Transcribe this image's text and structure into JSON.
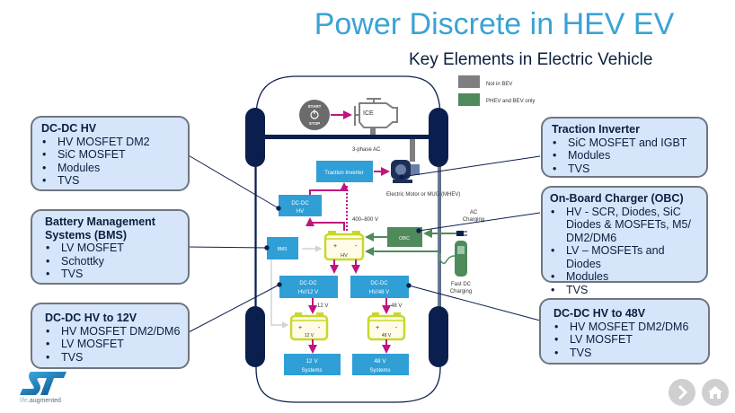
{
  "header": {
    "title": "Power Discrete in HEV EV",
    "subtitle": "Key Elements in Electric Vehicle"
  },
  "legend": {
    "items": [
      {
        "label": "Not in BEV",
        "color": "#7f7f7f"
      },
      {
        "label": "PHEV and BEV only",
        "color": "#4e8a5a"
      }
    ]
  },
  "colors": {
    "title": "#3aa3d4",
    "block": "#2f9fd6",
    "wheel": "#0b1f4f",
    "power_arrow": "#c0137f",
    "charge_arrow": "#4e8a5a",
    "battery": "#c8d82a",
    "callout_fill": "#d6e5fa"
  },
  "callouts": {
    "dcdc_hv": {
      "title": "DC-DC HV",
      "items": [
        "HV MOSFET DM2",
        "SiC MOSFET",
        "Modules",
        "TVS"
      ]
    },
    "bms": {
      "title": "Battery Management Systems (BMS)",
      "items": [
        "LV MOSFET",
        "Schottky",
        "TVS"
      ]
    },
    "dcdc_12v": {
      "title": "DC-DC  HV to 12V",
      "items": [
        "HV MOSFET DM2/DM6",
        "LV MOSFET",
        "TVS"
      ]
    },
    "traction": {
      "title": "Traction Inverter",
      "items": [
        "SiC MOSFET and IGBT",
        "Modules",
        "TVS"
      ]
    },
    "obc": {
      "title": "On-Board Charger (OBC)",
      "items": [
        "HV - SCR, Diodes, SiC Diodes & MOSFETs, M5/ DM2/DM6",
        "LV – MOSFETs and Diodes",
        "Modules",
        "TVS"
      ]
    },
    "dcdc_48v": {
      "title": "DC-DC  HV to 48V",
      "items": [
        "HV MOSFET DM2/DM6",
        "LV MOSFET",
        "TVS"
      ]
    }
  },
  "diagram": {
    "start_stop_top": "START",
    "start_stop_bottom": "STOP",
    "ice": "ICE",
    "three_phase": "3-phase AC",
    "traction_inverter": "Traction Inverter",
    "motor": "Electric Motor or MUG (MHEV)",
    "dcdc_hv_line1": "DC-DC",
    "dcdc_hv_line2": "HV",
    "voltage_hv": "400–800 V",
    "bms": "BMS",
    "battery_hv": "HV",
    "obc": "OBC",
    "ac_charging_1": "AC",
    "ac_charging_2": "Charging",
    "fast_dc_1": "Fast DC",
    "fast_dc_2": "Charging",
    "dcdc_12_line1": "DC-DC",
    "dcdc_12_line2": "HV/12 V",
    "dcdc_48_line1": "DC-DC",
    "dcdc_48_line2": "HV/48 V",
    "v12": "12 V",
    "v48": "48 V",
    "bat12": "12 V",
    "bat48": "48 V",
    "sys12_1": "12 V",
    "sys12_2": "Systems",
    "sys48_1": "48 V",
    "sys48_2": "Systems",
    "plus": "+",
    "minus": "-"
  },
  "logo": {
    "tag_life": "life",
    "tag_rest": ".augmented"
  },
  "nav": {
    "next_icon": "chevron-right-icon",
    "home_icon": "home-icon"
  }
}
